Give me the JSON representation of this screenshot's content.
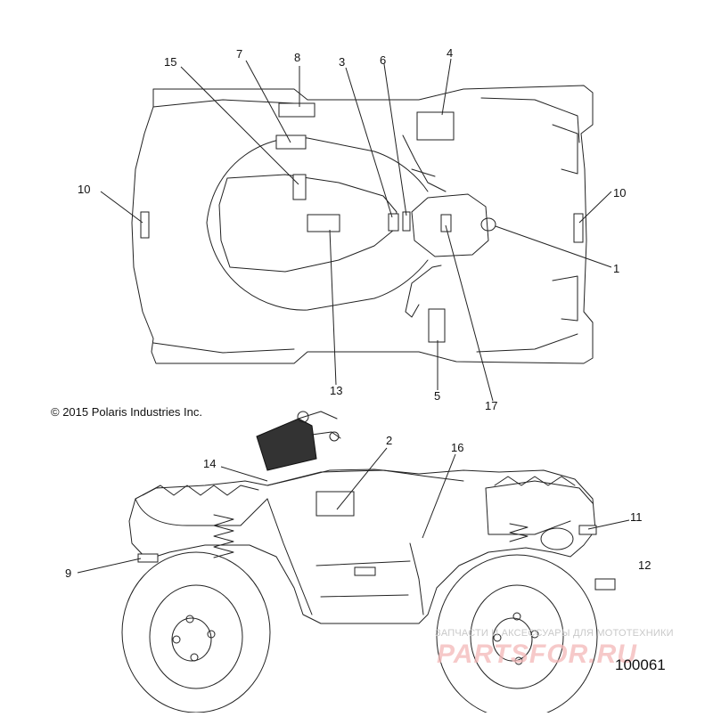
{
  "diagram": {
    "copyright": "© 2015 Polaris Industries Inc.",
    "drawing_number": "100061",
    "watermark": {
      "text": "ЗАПЧАСТИ И АКСЕССУАРЫ ДЛЯ МОТОТЕХНИКИ",
      "logo": "PARTSFOR.RU"
    },
    "top_view_callouts": [
      "15",
      "7",
      "8",
      "3",
      "6",
      "4",
      "10",
      "10",
      "1",
      "13",
      "5",
      "17"
    ],
    "side_view_callouts": [
      "2",
      "16",
      "14",
      "11",
      "9",
      "12"
    ]
  }
}
